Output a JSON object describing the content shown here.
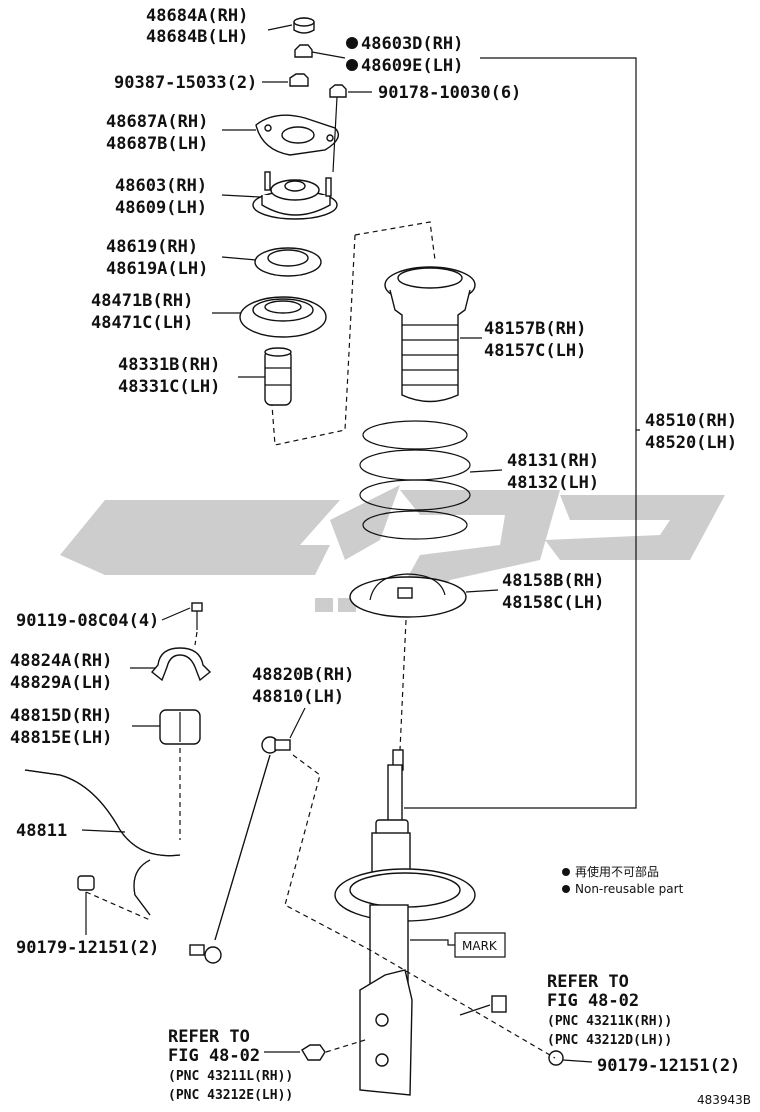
{
  "watermark": {
    "color": "#c8c8c8"
  },
  "labels": {
    "p48684a": "48684A(RH)",
    "p48684b": "48684B(LH)",
    "p48603d": "48603D(RH)",
    "p48609e": "48609E(LH)",
    "p90387": "90387-15033(2)",
    "p90178": "90178-10030(6)",
    "p48687a": "48687A(RH)",
    "p48687b": "48687B(LH)",
    "p48603": "48603(RH)",
    "p48609": "48609(LH)",
    "p48619": "48619(RH)",
    "p48619a": "48619A(LH)",
    "p48471b": "48471B(RH)",
    "p48471c": "48471C(LH)",
    "p48157b": "48157B(RH)",
    "p48157c": "48157C(LH)",
    "p48331b": "48331B(RH)",
    "p48331c": "48331C(LH)",
    "p48510": "48510(RH)",
    "p48520": "48520(LH)",
    "p48131": "48131(RH)",
    "p48132": "48132(LH)",
    "p48158b": "48158B(RH)",
    "p48158c": "48158C(LH)",
    "p90119": "90119-08C04(4)",
    "p48824a": "48824A(RH)",
    "p48829a": "48829A(LH)",
    "p48820b": "48820B(RH)",
    "p48810": "48810(LH)",
    "p48815d": "48815D(RH)",
    "p48815e": "48815E(LH)",
    "p48811": "48811",
    "p90179a": "90179-12151(2)",
    "p90179b": "90179-12151(2)",
    "mark": "MARK",
    "refer1_a": "REFER TO",
    "refer1_b": "FIG 48-02",
    "refer1_c": "(PNC 43211K(RH))",
    "refer1_d": "(PNC 43212D(LH))",
    "refer2_a": "REFER TO",
    "refer2_b": "FIG 48-02",
    "refer2_c": "(PNC 43211L(RH))",
    "refer2_d": "(PNC 43212E(LH))",
    "figure_id": "483943B"
  },
  "legend": {
    "line1": "再使用不可部品",
    "line2": "Non-reusable part"
  }
}
